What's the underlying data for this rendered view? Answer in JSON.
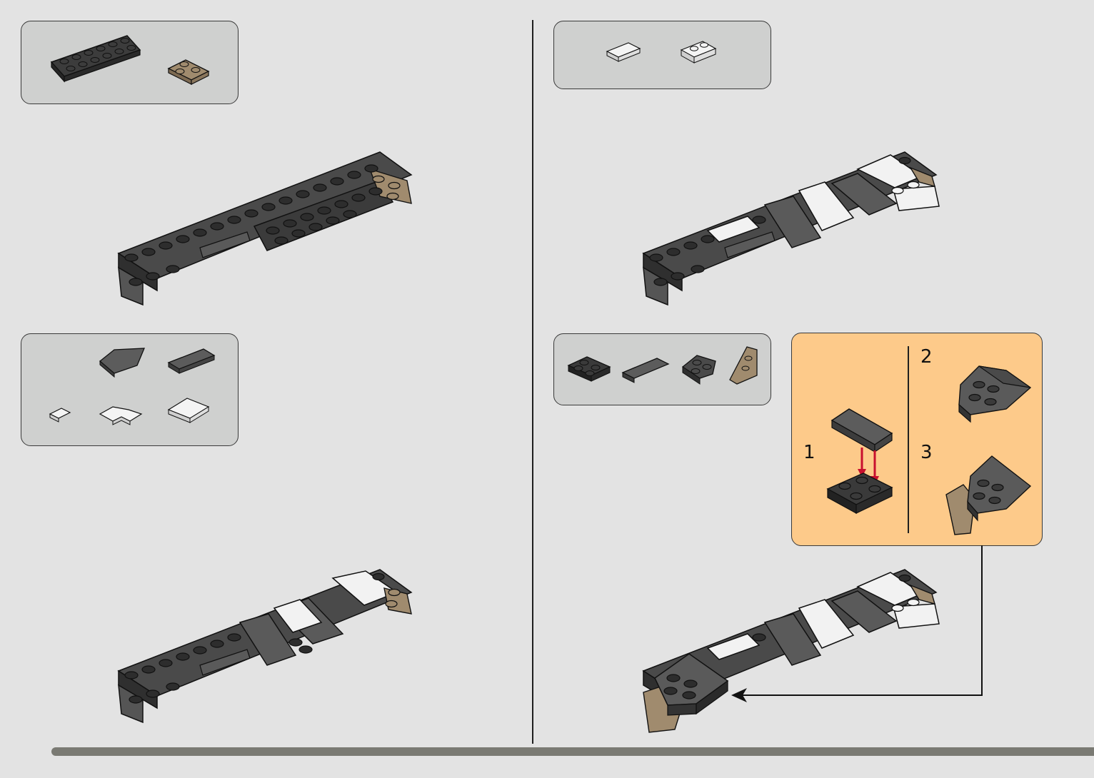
{
  "page": {
    "background_color": "#e3e3e3",
    "bottom_bar_color": "#7a7a73"
  },
  "parts_panels": [
    {
      "panel": "left-top",
      "parts": [
        "dark-grey-plate-2x6",
        "tan-plate-corner-2x2"
      ]
    },
    {
      "panel": "left-middle",
      "parts": [
        "dark-grey-wedge-plate",
        "dark-grey-tile-1x4",
        "white-tile-1x1",
        "white-corner-tile",
        "white-tile-2x2"
      ]
    },
    {
      "panel": "right-top",
      "parts": [
        "white-tile-1x2",
        "white-plate-modified-1x2"
      ]
    },
    {
      "panel": "right-middle",
      "parts": [
        "black-plate-2x2",
        "dark-grey-tile-1x4",
        "dark-grey-wedge-plate-2x2",
        "tan-wedge-plate"
      ]
    }
  ],
  "sub_assembly": {
    "background_color": "#fdca8a",
    "step_labels": [
      "1",
      "2",
      "3"
    ],
    "arrow_color": "#c8102e"
  },
  "icons": {
    "model_steps": [
      "model-step-1-icon",
      "model-step-2-icon",
      "model-step-3-icon",
      "model-step-4-icon"
    ],
    "callout": "callout-arrow-icon"
  }
}
